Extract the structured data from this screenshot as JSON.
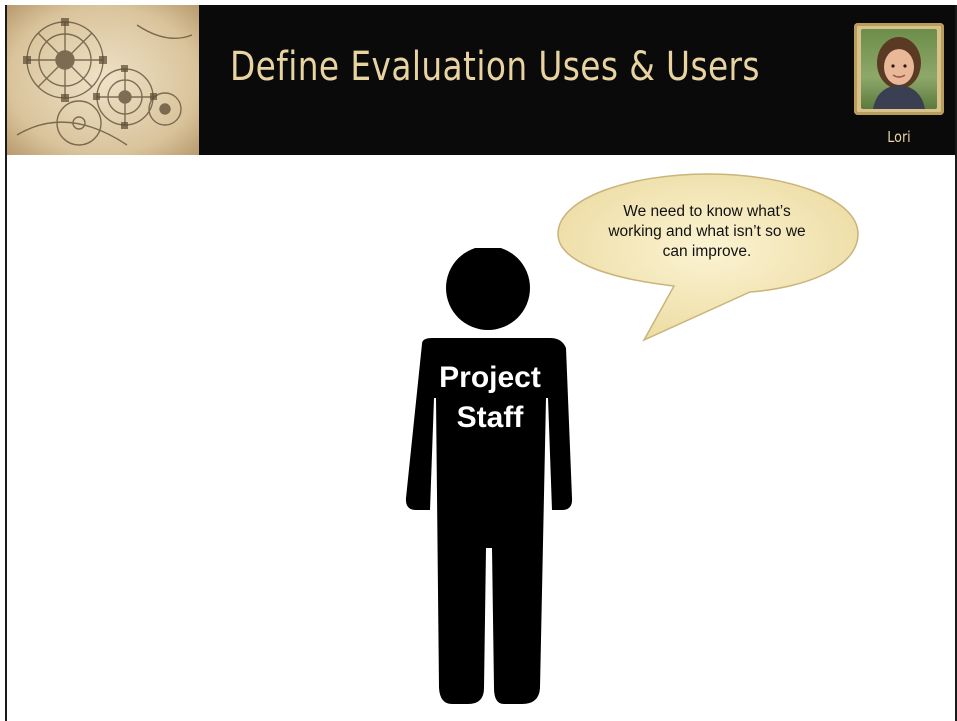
{
  "header": {
    "title": "Define Evaluation Uses & Users",
    "presenter_name": "Lori"
  },
  "speech_bubble": {
    "text": "We need to know what’s working and what isn’t so we can improve."
  },
  "figure": {
    "label_line1": "Project",
    "label_line2": "Staff"
  },
  "colors": {
    "header_bg": "#0a0a0a",
    "title_text": "#e8d3a1",
    "bubble_fill": "#f3e6b4",
    "figure_fill": "#000000"
  },
  "icons": [
    "gear-sketch-icon",
    "presenter-photo",
    "person-silhouette-icon"
  ]
}
